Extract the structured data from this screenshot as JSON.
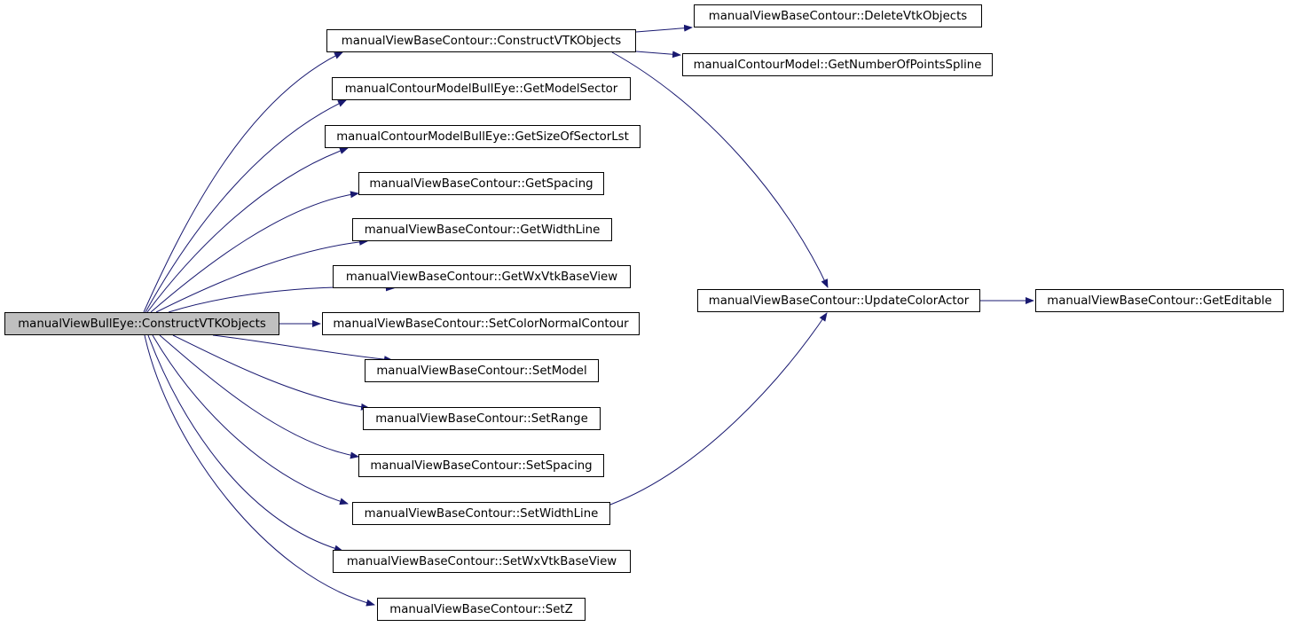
{
  "colors": {
    "edge": "#191970",
    "root_fill": "#bfbfbf",
    "node_fill": "#ffffff",
    "border": "#000000"
  },
  "nodes": [
    {
      "id": "root",
      "label": "manualViewBullEye::ConstructVTKObjects",
      "root": true
    },
    {
      "id": "n_cvtk",
      "label": "manualViewBaseContour::ConstructVTKObjects"
    },
    {
      "id": "n_gms",
      "label": "manualContourModelBullEye::GetModelSector"
    },
    {
      "id": "n_gsos",
      "label": "manualContourModelBullEye::GetSizeOfSectorLst"
    },
    {
      "id": "n_gsp",
      "label": "manualViewBaseContour::GetSpacing"
    },
    {
      "id": "n_gwl",
      "label": "manualViewBaseContour::GetWidthLine"
    },
    {
      "id": "n_gwx",
      "label": "manualViewBaseContour::GetWxVtkBaseView"
    },
    {
      "id": "n_scnc",
      "label": "manualViewBaseContour::SetColorNormalContour"
    },
    {
      "id": "n_smod",
      "label": "manualViewBaseContour::SetModel"
    },
    {
      "id": "n_srng",
      "label": "manualViewBaseContour::SetRange"
    },
    {
      "id": "n_ssp",
      "label": "manualViewBaseContour::SetSpacing"
    },
    {
      "id": "n_swl",
      "label": "manualViewBaseContour::SetWidthLine"
    },
    {
      "id": "n_swx",
      "label": "manualViewBaseContour::SetWxVtkBaseView"
    },
    {
      "id": "n_sz",
      "label": "manualViewBaseContour::SetZ"
    },
    {
      "id": "n_dvtk",
      "label": "manualViewBaseContour::DeleteVtkObjects"
    },
    {
      "id": "n_gnps",
      "label": "manualContourModel::GetNumberOfPointsSpline"
    },
    {
      "id": "n_uca",
      "label": "manualViewBaseContour::UpdateColorActor"
    },
    {
      "id": "n_ged",
      "label": "manualViewBaseContour::GetEditable"
    }
  ],
  "edges": [
    {
      "from": "root",
      "to": "n_cvtk"
    },
    {
      "from": "root",
      "to": "n_gms"
    },
    {
      "from": "root",
      "to": "n_gsos"
    },
    {
      "from": "root",
      "to": "n_gsp"
    },
    {
      "from": "root",
      "to": "n_gwl"
    },
    {
      "from": "root",
      "to": "n_gwx"
    },
    {
      "from": "root",
      "to": "n_scnc"
    },
    {
      "from": "root",
      "to": "n_smod"
    },
    {
      "from": "root",
      "to": "n_srng"
    },
    {
      "from": "root",
      "to": "n_ssp"
    },
    {
      "from": "root",
      "to": "n_swl"
    },
    {
      "from": "root",
      "to": "n_swx"
    },
    {
      "from": "root",
      "to": "n_sz"
    },
    {
      "from": "n_cvtk",
      "to": "n_dvtk"
    },
    {
      "from": "n_cvtk",
      "to": "n_gnps"
    },
    {
      "from": "n_cvtk",
      "to": "n_uca"
    },
    {
      "from": "n_swl",
      "to": "n_uca"
    },
    {
      "from": "n_uca",
      "to": "n_ged"
    }
  ]
}
